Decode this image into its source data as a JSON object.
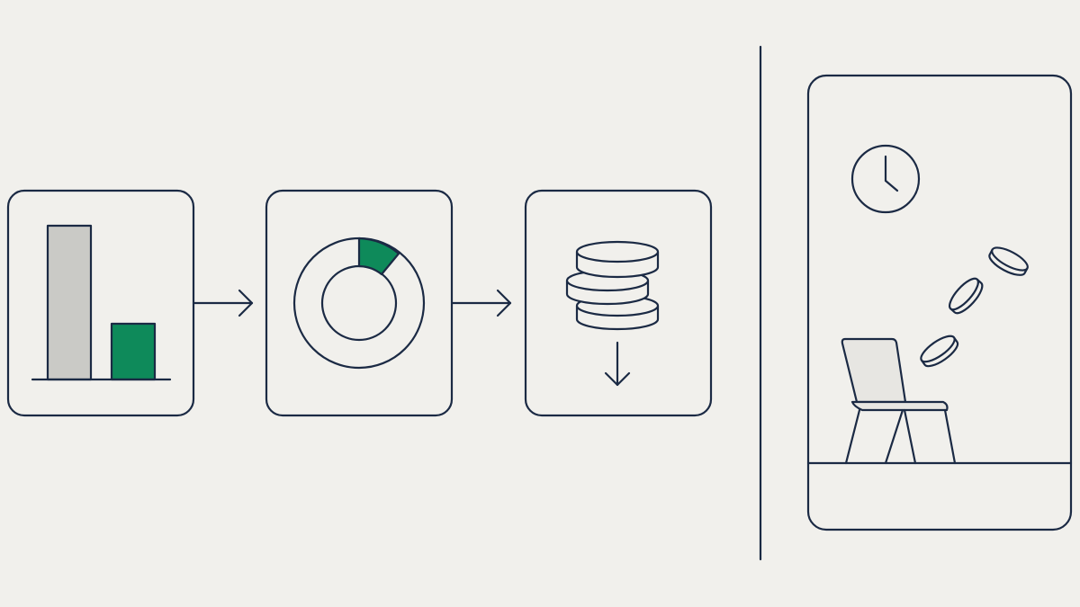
{
  "colors": {
    "background": "#f1f0ec",
    "stroke": "#1b2a44",
    "accent": "#0e8a5a",
    "neutral_fill": "#cacac6",
    "chair_fill": "#e7e6e2"
  },
  "flow": {
    "steps": [
      {
        "icon": "bar-chart-icon"
      },
      {
        "icon": "donut-chart-icon",
        "highlighted_share": 0.1
      },
      {
        "icon": "coin-stack-decrease-icon"
      }
    ],
    "connector_icon": "arrow-right-icon"
  },
  "bar_chart": {
    "values": [
      1.0,
      0.36
    ],
    "colors": [
      "#cacac6",
      "#0e8a5a"
    ]
  },
  "scene": {
    "icons": [
      "clock-icon",
      "falling-coin-icon",
      "empty-chair-icon",
      "floor-line"
    ]
  }
}
